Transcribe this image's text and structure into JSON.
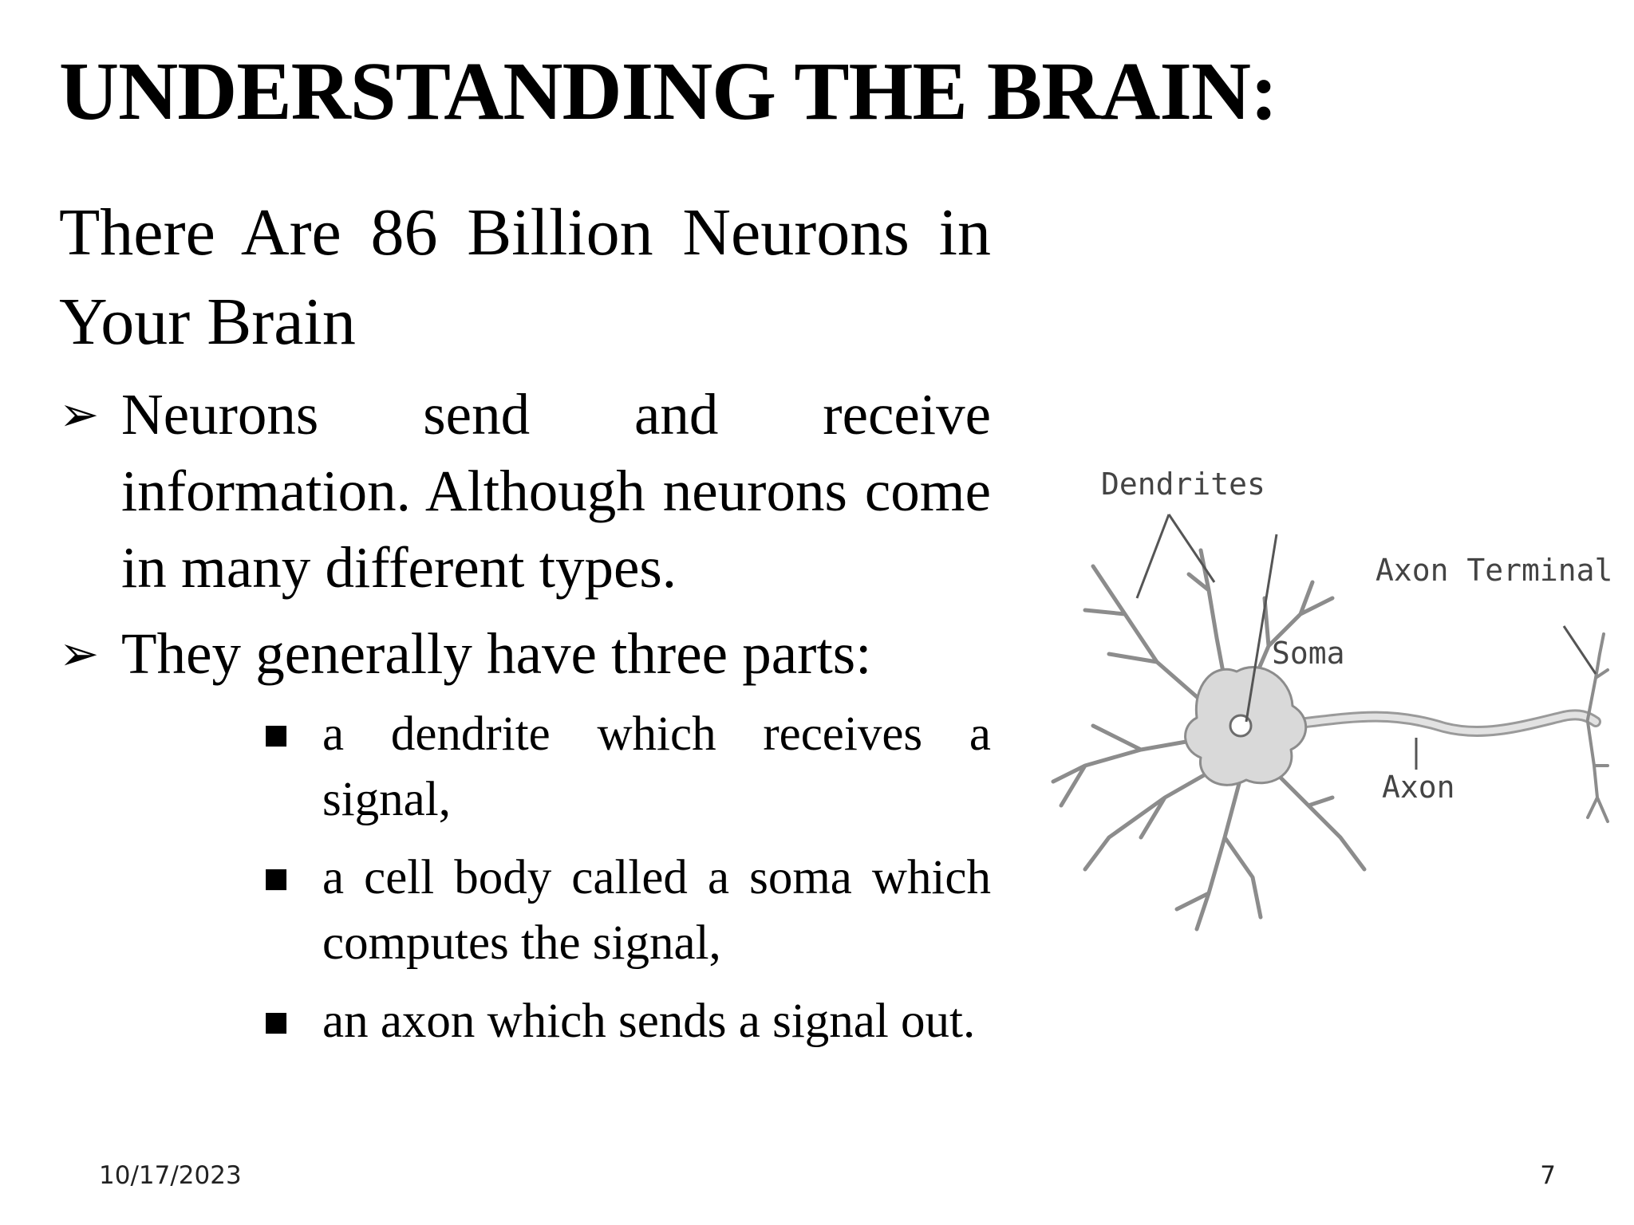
{
  "slide": {
    "title": "UNDERSTANDING THE BRAIN:",
    "subtitle": "There Are 86 Billion Neurons in Your Brain",
    "bullets": [
      {
        "marker": "arrow-bullet-icon",
        "text": "Neurons send and receive information. Although neurons come in many different types."
      },
      {
        "marker": "arrow-bullet-icon",
        "text": "They generally have three parts:"
      }
    ],
    "subbullets": [
      {
        "marker": "square-bullet-icon",
        "text": "a dendrite which receives a signal,"
      },
      {
        "marker": "square-bullet-icon",
        "text": "a cell body called a soma which computes the signal,"
      },
      {
        "marker": "square-bullet-icon",
        "text": "an axon which sends a signal out."
      }
    ],
    "footer": {
      "date": "10/17/2023",
      "page_number": "7"
    }
  },
  "diagram": {
    "labels": {
      "dendrites": "Dendrites",
      "axon_terminal": "Axon Terminal",
      "soma": "Soma",
      "axon": "Axon"
    },
    "colors": {
      "cell_fill": "#d9d9d9",
      "cell_stroke": "#8c8c8c",
      "label_text": "#444444"
    }
  }
}
